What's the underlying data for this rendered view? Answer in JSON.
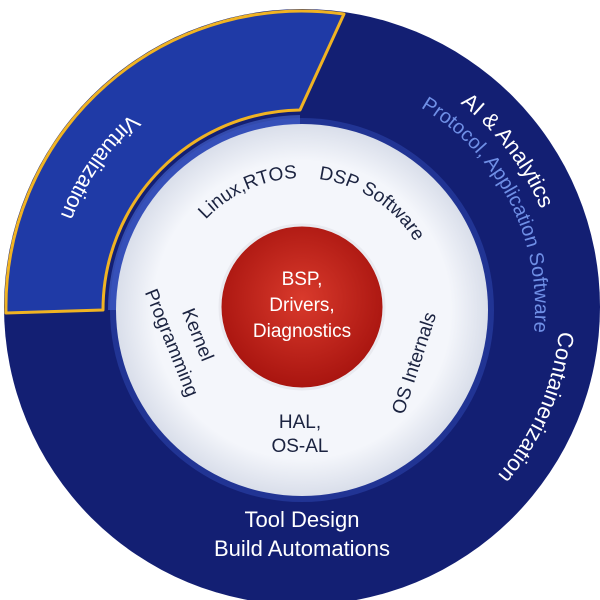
{
  "outer_ring": {
    "highlighted_segment": "Protocol, Application Software",
    "segments": {
      "ai": "AI & Analytics",
      "containerization": "Containerization",
      "tool_design_line1": "Tool Design",
      "tool_design_line2": "Build Automations",
      "virtualization": "Virtualization"
    }
  },
  "inner_ring": {
    "linux_rtos": "Linux,RTOS",
    "dsp": "DSP Software",
    "os_internals": "OS Internals",
    "hal_line1": "HAL,",
    "hal_line2": "OS-AL",
    "kernel_line1": "Kernel",
    "kernel_line2": "Programming"
  },
  "core": {
    "line1": "BSP,",
    "line2": "Drivers,",
    "line3": "Diagnostics"
  },
  "colors": {
    "outer_ring": "#131f73",
    "highlight_fill": "#1f3aa6",
    "highlight_border": "#f0b323",
    "inner_ring": "#eef0f6",
    "core": "#c8211a"
  }
}
